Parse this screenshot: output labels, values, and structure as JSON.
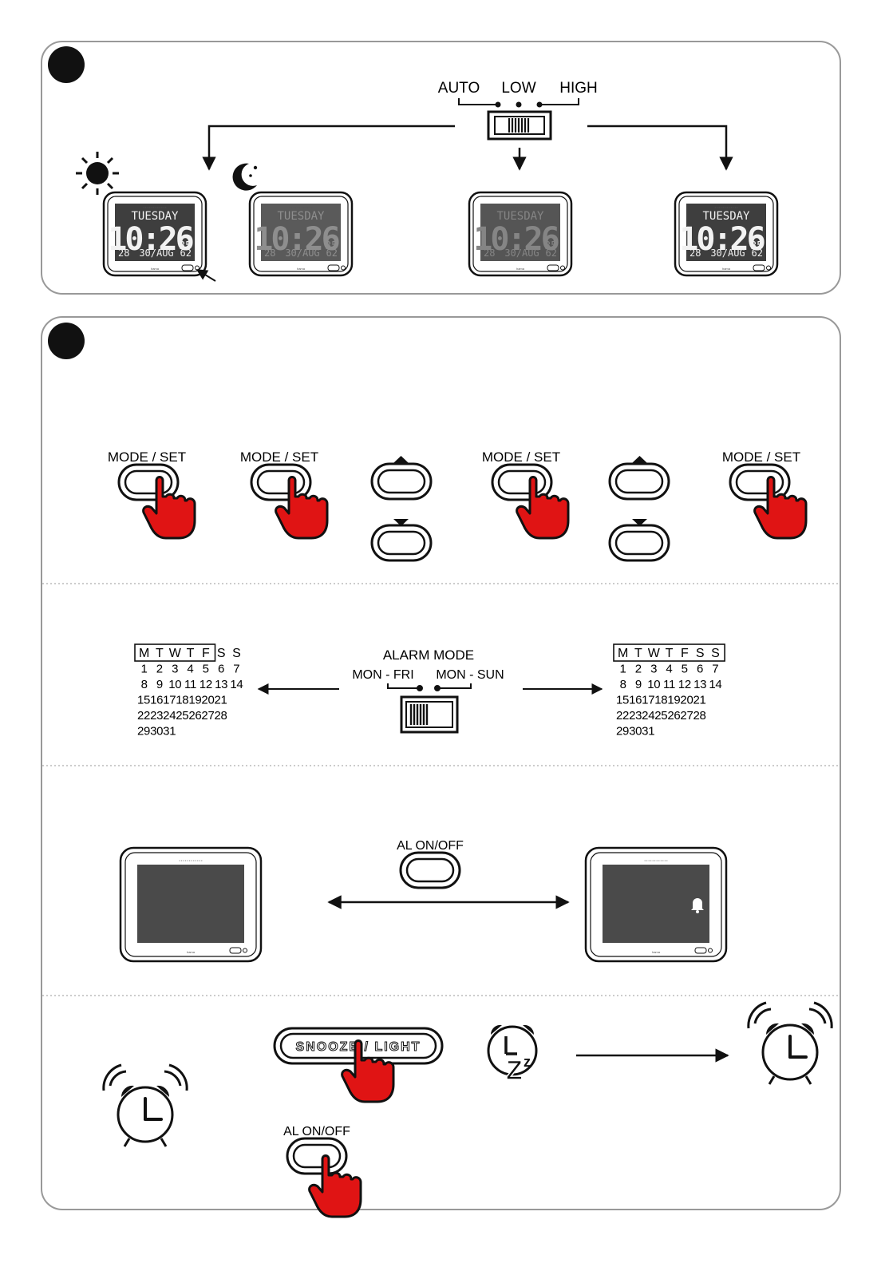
{
  "brightness": {
    "switch_labels": [
      "AUTO",
      "LOW",
      "HIGH"
    ]
  },
  "clock_display": {
    "day": "TUESDAY",
    "time": "10:26",
    "seconds": "35",
    "temp": "28",
    "date": "30/AUG",
    "humidity": "62",
    "top_dots": "• • • • • • • • • • • •",
    "brand": "hama"
  },
  "mode_sequence": {
    "button_label": "MODE / SET"
  },
  "alarm_mode": {
    "title": "ALARM MODE",
    "left_option": "MON - FRI",
    "right_option": "MON - SUN",
    "weekdays": [
      "M",
      "T",
      "W",
      "T",
      "F",
      "S",
      "S"
    ],
    "calendar_rows": [
      [
        "1",
        "2",
        "3",
        "4",
        "5",
        "6",
        "7"
      ],
      [
        "8",
        "9",
        "10",
        "11",
        "12",
        "13",
        "14"
      ],
      [
        "15",
        "16",
        "17",
        "18",
        "19",
        "20",
        "21"
      ],
      [
        "22",
        "23",
        "24",
        "25",
        "26",
        "27",
        "28"
      ],
      [
        "29",
        "30",
        "31"
      ]
    ]
  },
  "alarm_toggle": {
    "button_label": "AL  ON/OFF"
  },
  "snooze": {
    "button_label": "SNOOZE / LIGHT",
    "al_label": "AL  ON/OFF"
  },
  "colors": {
    "hand": "#e01414",
    "lcd": "#4a4a4a",
    "panel_border": "#999999"
  }
}
